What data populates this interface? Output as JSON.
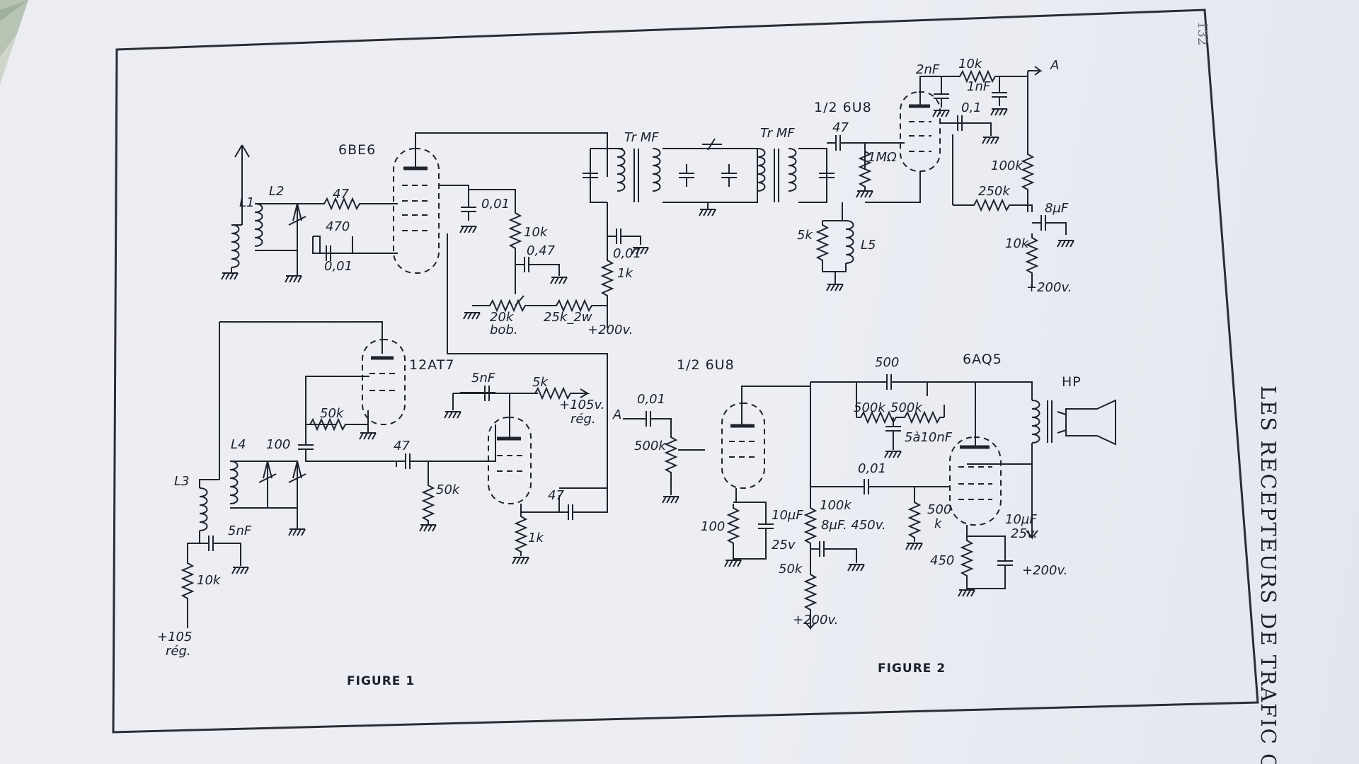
{
  "page_number": "132",
  "running_title": "LES RECEPTEURS DE TRAFIC OC",
  "figure1": {
    "caption": "FIGURE 1",
    "tubes": {
      "mixer": "6BE6",
      "oscillator": "12AT7",
      "if_amp": "1/2 6U8"
    },
    "labels": {
      "l1": "L1",
      "l2": "L2",
      "l3": "L3",
      "l4": "L4",
      "l5": "L5",
      "r47": "47",
      "c470": "470",
      "c001_grid": "0,01",
      "c001_screen": "0,01",
      "r10k_screen": "10k",
      "c047": "0,47",
      "r20k": "20k",
      "bob": "bob.",
      "r25k": "25k_2w",
      "c001_if": "0,01",
      "r1k_if": "1k",
      "v200": "+200v.",
      "trmf1": "Tr MF",
      "trmf2": "Tr MF",
      "c47_if": "47",
      "r1m": "1MΩ",
      "r5k": "5k",
      "a_top": "A",
      "c2nf": "2nF",
      "r10k_top": "10k",
      "c1nf": "1nF",
      "c01": "0,1",
      "r100k": "100k",
      "r250k": "250k",
      "c8uf": "8µF",
      "r10k_dec": "10k",
      "v200_right": "+200v.",
      "r50k_osc": "50k",
      "c100": "100",
      "c47_osc": "47",
      "c5nf_top": "5nF",
      "r5k_top": "5k",
      "v105_top": "+105v.",
      "reg_top": "rég.",
      "r50k_grid": "50k",
      "c47_fb": "47",
      "r1k_osc": "1k",
      "c5nf_l3": "5nF",
      "r10k_l3": "10k",
      "v105_bottom": "+105",
      "reg_bottom": "rég."
    }
  },
  "figure2": {
    "caption": "FIGURE 2",
    "tubes": {
      "preamp": "1/2 6U8",
      "output": "6AQ5"
    },
    "labels": {
      "input_a": "A",
      "c001_in": "0,01",
      "pot500k": "500k",
      "c500": "500",
      "r500k_a": "500k",
      "r500k_b": "500k",
      "c5a10nf": "5à10nF",
      "c001_coupling": "0,01",
      "r500k_grid": "500",
      "r500k_grid_k": "k",
      "r100_cathode": "100",
      "c10uf": "10µF",
      "c25v": "25v",
      "r100k_plate": "100k",
      "c8uf": "8µF. 450v.",
      "r50k": "50k",
      "v200_left": "+200v.",
      "hp": "HP",
      "c10uf_out": "10µF",
      "c25v_out": "25v.",
      "r450": "450",
      "v200_right": "+200v."
    }
  }
}
